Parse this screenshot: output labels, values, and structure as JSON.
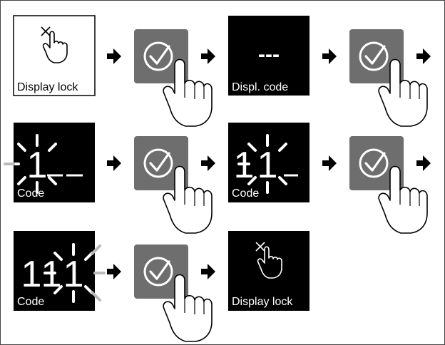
{
  "panels": {
    "start_label": "Display lock",
    "displ_code_label": "Displ. code",
    "displ_code_placeholder": "---",
    "code_label": "Code",
    "end_label": "Display lock"
  },
  "digits": {
    "step1": "1",
    "step2_first": "1",
    "step2_second": "1",
    "step3_first": "1",
    "step3_second": "1",
    "step3_third": "1"
  },
  "colors": {
    "panel_black": "#000000",
    "button_gray": "#6e6e6e",
    "check_white": "#ffffff"
  },
  "icons": {
    "confirm": "check-circle-icon",
    "touch": "hand-pointer-icon",
    "next": "arrow-right-icon",
    "lock": "x-hand-icon"
  }
}
